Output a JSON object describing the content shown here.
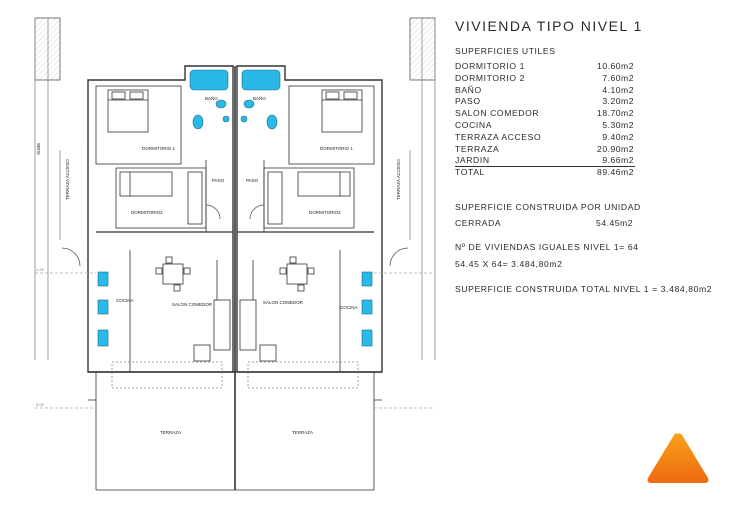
{
  "header": {
    "title": "VIVIENDA TIPO NIVEL 1"
  },
  "surfaces": {
    "heading": "SUPERFICIES UTILES",
    "rows": [
      {
        "label": "DORMITORIO 1",
        "value": "10.60m2"
      },
      {
        "label": "DORMITORIO 2",
        "value": "7.60m2"
      },
      {
        "label": "BAÑO",
        "value": "4.10m2"
      },
      {
        "label": "PASO",
        "value": "3.20m2"
      },
      {
        "label": "SALON COMEDOR",
        "value": "18.70m2"
      },
      {
        "label": "COCINA",
        "value": "5.30m2"
      },
      {
        "label": "TERRAZA ACCESO",
        "value": "9.40m2"
      },
      {
        "label": "TERRAZA",
        "value": "20.90m2"
      },
      {
        "label": "JARDIN",
        "value": "9.66m2"
      }
    ],
    "total": {
      "label": "TOTAL",
      "value": "89.46m2"
    }
  },
  "built": {
    "heading": "SUPERFICIE CONSTRUIDA POR UNIDAD",
    "closed_label": "CERRADA",
    "closed_value": "54.45m2",
    "units_line": "Nº DE VIVIENDAS IGUALES NIVEL 1= 64",
    "calc_line": "54.45 X 64= 3.484,80m2",
    "total_line": "SUPERFICIE CONSTRUIDA TOTAL NIVEL 1 = 3.484,80m2"
  },
  "plan_labels": {
    "bano": "BAÑO",
    "dormitorio1": "DORMITORIO 1",
    "dormitorio2": "DORMITORIO2",
    "paso": "PASO",
    "cocina": "COCINA",
    "salon": "SALON COMEDOR",
    "terraza": "TERRAZA",
    "terraza_acceso": "TERRAZA ACCESO",
    "sube": "SUBE",
    "dim_a": "1.25",
    "dim_b": "4.00"
  },
  "colors": {
    "fixture": "#29b8e8",
    "logo_top": "#f7a21b",
    "logo_bottom": "#ee6a10",
    "line": "#333333"
  }
}
